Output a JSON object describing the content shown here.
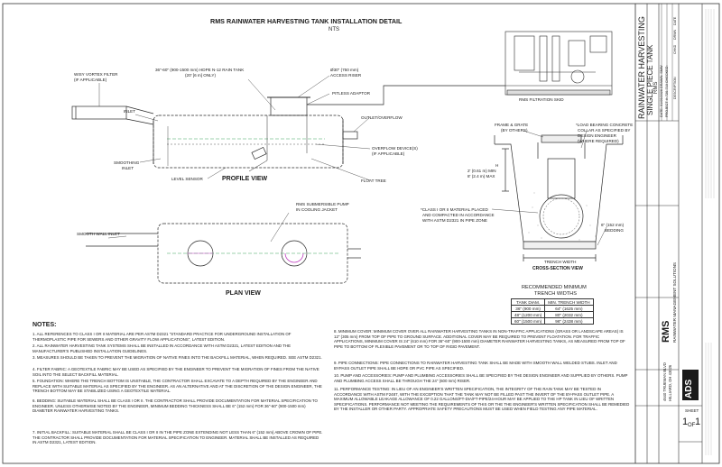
{
  "title": "RMS RAINWATER HARVESTING TANK INSTALLATION DETAIL",
  "subtitle": "NTS",
  "labels": {
    "vortex_filter": "WISY VORTEX FILTER",
    "vortex_filter_sub": "(IF APPLICABLE)",
    "tank": "36\"-60\" (900-1500 mm) HDPE N-12 RAIN TANK",
    "tank_sub": "(20' [6 m] ONLY)",
    "riser": "Ø30\" (750 mm)",
    "riser_sub": "ACCESS RISER",
    "pitless": "PITLESS ADAPTOR",
    "filtration_skid": "RMS FILTRATION SKID",
    "inlet": "INLET",
    "outlet": "OUTLET/OVERFLOW",
    "overflow_device": "OVERFLOW DEVICE(S)",
    "overflow_device_sub": "(IF APPLICABLE)",
    "smoothing_inlet": "SMOOTHING",
    "smoothing_inlet_sub": "INLET",
    "level_sensor": "LEVEL SENSOR",
    "float_tree": "FLOAT TREE",
    "profile_view": "PROFILE VIEW",
    "pump": "RMS SUBMERSIBLE PUMP",
    "pump_sub": "IN COOLING JACKET",
    "smooth_wall_inlet": "SMOOTH WALL INLET",
    "plan_view": "PLAN VIEW",
    "frame_grate": "FRAME & GRATE",
    "frame_grate_sub": "(BY OTHERS)",
    "load_collar_1": "*LOAD BEARING CONCRETE",
    "load_collar_2": "COLLAR AS SPECIFIED BY",
    "load_collar_3": "DESIGN ENGINEER",
    "load_collar_4": "(WHERE REQUIRED)",
    "h": "H",
    "h_min": "2' (0.61 m) MIN",
    "h_max": "8' (2.4 m) MAX",
    "backfill_1": "*CLASS I OR II MATERIAL PLACED",
    "backfill_2": "AND COMPACTED IN ACCORDANCE",
    "backfill_3": "WITH ASTM D2321 IN PIPE ZONE",
    "bedding": "6\" (152 mm)",
    "bedding_sub": "BEDDING",
    "trench_width": "TRENCH WIDTH",
    "cross_section": "CROSS-SECTION VIEW"
  },
  "trench_table": {
    "title_1": "RECOMMENDED MINIMUM",
    "title_2": "TRENCH WIDTHS",
    "col1": "TANK DIAM.",
    "col2": "MIN. TRENCH WIDTH",
    "rows": [
      [
        "36\" (900 mm)",
        "64\" (1625 mm)"
      ],
      [
        "48\" (1200 mm)",
        "80\" (2032 mm)"
      ],
      [
        "60\" (1500 mm)",
        "96\" (2438 mm)"
      ]
    ]
  },
  "notes_heading": "NOTES:",
  "notes_left": [
    "1.  ALL REFERENCES TO CLASS I OR II MATERIAL ARE PER ASTM D2321 \"STANDARD PRACTICE FOR UNDERGROUND INSTALLATION OF THERMOPLASTIC PIPE FOR SEWERS AND OTHER GRAVITY FLOW APPLICATIONS\", LATEST EDITION.",
    "2.  ALL RAINWATER HARVESTING TANK SYSTEMS SHALL BE INSTALLED IN ACCORDANCE WITH ASTM D2321, LATEST EDITION AND THE MANUFACTURER'S PUBLISHED INSTALLATION GUIDELINES.",
    "3.  MEASURES SHOULD BE TAKEN TO PREVENT THE MIGRATION OF NATIVE FINES INTO THE BACKFILL MATERIAL, WHEN REQUIRED. SEE ASTM D2321.",
    "4.  FILTER FABRIC: A GEOTEXTILE FABRIC MAY BE USED AS SPECIFIED BY THE ENGINEER TO PREVENT THE MIGRATION OF FINES FROM THE NATIVE SOIL INTO THE SELECT BACKFILL MATERIAL.",
    "5.  FOUNDATION: WHERE THE TRENCH BOTTOM IS UNSTABLE, THE CONTRACTOR SHALL EXCAVATE TO A DEPTH REQUIRED BY THE ENGINEER AND REPLACE WITH SUITABLE MATERIAL AS SPECIFIED BY THE ENGINEER. AS AN ALTERNATIVE AND AT THE DISCRETION OF THE DESIGN ENGINEER, THE TRENCH BOTTOM MAY BE STABILIZED USING A GEOTEXTILE MATERIAL.",
    "6.  BEDDING: SUITABLE MATERIAL SHALL BE CLASS I OR II. THE CONTRACTOR SHALL PROVIDE DOCUMENTATION FOR MATERIAL SPECIFICATION TO ENGINEER. UNLESS OTHERWISE NOTED BY THE ENGINEER, MINIMUM BEDDING THICKNESS SHALL BE 6\" (152 mm) FOR 36\"-60\" (900-1500 mm) DIAMETER RAINWATER HARVESTING TANKS.",
    "7.  INITIAL BACKFILL: SUITABLE MATERIAL SHALL BE CLASS I OR II IN THE PIPE ZONE EXTENDING NOT LESS THAN 6\" (152 mm) ABOVE CROWN OF PIPE. THE CONTRACTOR SHALL PROVIDE DOCUMENTATION FOR MATERIAL SPECIFICATION TO ENGINEER. MATERIAL SHALL BE INSTALLED AS REQUIRED IN ASTM D2321, LATEST EDITION."
  ],
  "notes_right": [
    "8.  MINIMUM COVER: MINIMUM COVER OVER ALL RAINWATER HARVESTING TANKS IN NON-TRAFFIC APPLICATIONS (GRASS OR LANDSCAPE AREAS) IS 12\" (305 mm) FROM TOP OF PIPE TO GROUND SURFACE. ADDITIONAL COVER MAY BE REQUIRED TO PREVENT FLOATATION. FOR TRAFFIC APPLICATIONS, MINIMUM COVER IS 24\" (610 mm) FOR 36\"-60\" (900-1500 mm) DIAMETER RAINWATER HARVESTING TANKS, AS MEASURED FROM TOP OF PIPE TO BOTTOM OF FLEXIBLE PAVEMENT OR TO TOP OF RIGID PAVEMENT.",
    "9.  PIPE CONNECTIONS: PIPE CONNECTIONS TO RAINWATER HARVESTING TANK SHALL BE MADE WITH SMOOTH WALL WELDED STUBS. INLET AND BYPASS OUTLET PIPE SHALL BE HDPE OR PVC PIPE AS SPECIFIED.",
    "10. PUMP AND ACCESSORIES: PUMP AND PLUMBING ACCESSORIES SHALL BE SPECIFIED BY THE DESIGN ENGINEER AND SUPPLIED BY OTHERS. PUMP AND PLUMBING ACCESS SHALL BE THROUGH THE 24\" (600 mm) RISER.",
    "11. PERFORMANCE TESTING: IN LIEU OF AN ENGINEER'S WRITTEN SPECIFICATION, THE INTEGRITY OF THE RAIN TANK MAY BE TESTED IN ACCORDANCE WITH ASTM F2487, WITH THE EXCEPTION THAT THE TANK MAY NOT BE FILLED PAST THE INVERT OF THE BY-PASS OUTLET PIPE. A MAXIMUM ALLOWABLE LEAKAGE ALLOWANCE OF 0.22 GALLONS/FT-DIA/FT-PIPE/24-HOUR MAY BE APPLIED TO THE HP TANK IN LIEU OF WRITTEN SPECIFICATIONS. PERFORMANCE NOT MEETING THE REQUIREMENTS OF THIS OR THE THE ENGINEER'S WRITTEN SPECIFICATION SHALL BE REMEDIED BY THE INSTALLER OR OTHER PARTY. APPROPRIATE SAFETY PRECAUTIONS MUST BE USED WHEN FIELD TESTING ANY PIPE MATERIAL."
  ],
  "title_block": {
    "project_1": "RAINWATER HARVESTING",
    "project_2": "SINGLE PIECE TANK",
    "project_3": "RMS",
    "date_line": "DATE: 01/09/2026  DRAWN: SMW",
    "project_line": "PROJECT #:  720-710     CHECKED:",
    "col_date": "DATE",
    "col_drwn": "DRWN",
    "col_chkd": "CHKD",
    "col_desc": "DESCRIPTION",
    "company": "RMS",
    "company_sub": "RAINWATER MANAGEMENT SOLUTIONS",
    "address_1": "4640 TRUEMAN BLVD",
    "address_2": "HILLIARD, OH 43026",
    "ads_logo": "ADS",
    "sheet_label": "SHEET",
    "sheet_num": "1",
    "sheet_of": "OF",
    "sheet_total": "1"
  },
  "colors": {
    "line": "#2a2a2a",
    "accent_green": "#3aa35a",
    "accent_magenta": "#c040c0"
  }
}
